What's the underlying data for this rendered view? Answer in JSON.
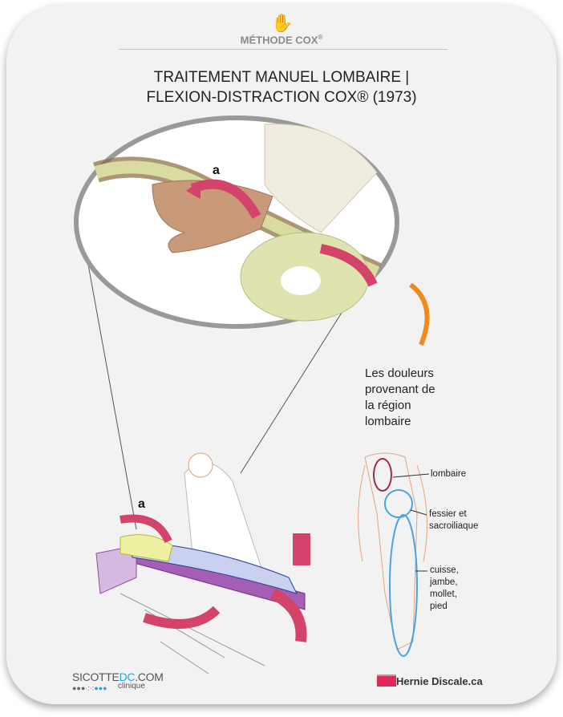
{
  "header": {
    "brand": "MÉTHODE COX",
    "brand_mark": "®",
    "icon": "hand-icon"
  },
  "title": {
    "line1": "TRAITEMENT MANUEL LOMBAIRE |",
    "line2": "FLEXION-DISTRACTION COX® (1973)"
  },
  "illustration": {
    "motion_label_top": "a",
    "motion_label_bottom": "a"
  },
  "pain": {
    "text": [
      "Les douleurs",
      "provenant de",
      "la région",
      "lombaire"
    ]
  },
  "body_map": {
    "labels": [
      {
        "lines": [
          "lombaire"
        ]
      },
      {
        "lines": [
          "fessier et",
          "sacroiliaque"
        ]
      },
      {
        "lines": [
          "cuisse,",
          "jambe,",
          "mollet,",
          "pied"
        ]
      }
    ],
    "colors": {
      "lombaire": "#a02a4a",
      "fessier": "#4aa3df",
      "jambe": "#4aa3df"
    }
  },
  "footer": {
    "sicotte_a": "SICOTTE",
    "sicotte_b": "DC",
    "sicotte_c": ".COM",
    "clinique": "clinique",
    "hernie": "Hernie Discale.ca"
  }
}
